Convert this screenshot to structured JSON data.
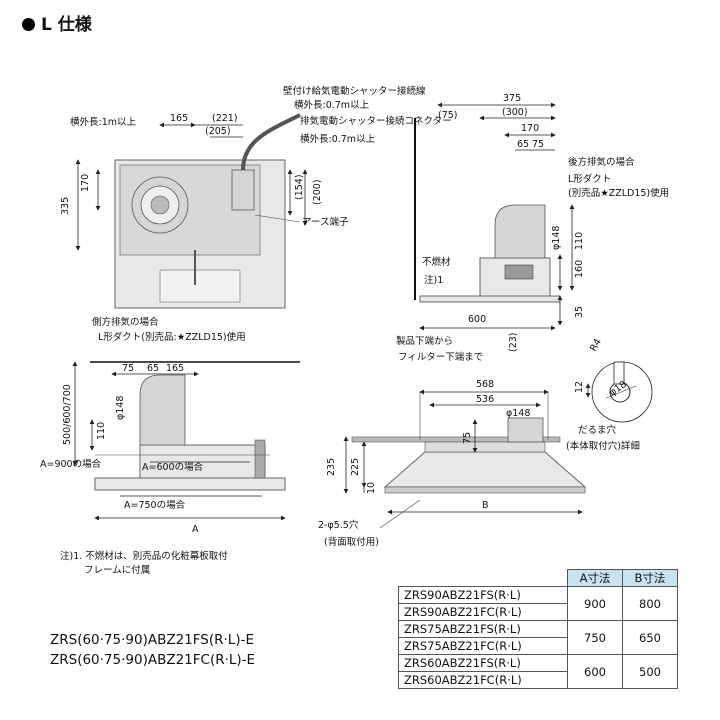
{
  "title": "L 仕様",
  "top_view": {
    "lbl_outer_1m": "横外長:1m以上",
    "d165": "165",
    "d221": "(221)",
    "d205": "(205)",
    "d170": "170",
    "d335": "335",
    "d154": "(154)",
    "d200": "(200)",
    "lbl_wall_wire": "壁付け給気電動シャッター接続線",
    "lbl_outer_07a": "横外長:0.7m以上",
    "lbl_connector": "排気電動シャッター接続コネクター",
    "lbl_outer_07b": "横外長:0.7m以上",
    "lbl_earth": "アース端子"
  },
  "side_view": {
    "d375": "375",
    "d75p": "(75)",
    "d300": "(300)",
    "d170": "170",
    "d65": "65",
    "d75": "75",
    "lbl_rear_exhaust": "後方排気の場合",
    "lbl_l_duct_a": "L形ダクト",
    "lbl_l_duct_b": "(別売品★ZZLD15)使用",
    "lbl_nonflam": "不燃材",
    "lbl_note1": "注)1",
    "phi148": "φ148",
    "d160": "160",
    "d110": "110",
    "d35": "35",
    "d600": "600",
    "d23": "(23)",
    "lbl_from_bottom": "製品下端から",
    "lbl_filter_bottom": "フィルター下端まで"
  },
  "detail": {
    "r4": "R4",
    "d12": "12",
    "phi18": "φ18",
    "lbl_daruma_a": "だるま穴",
    "lbl_daruma_b": "(本体取付穴)詳細"
  },
  "plan_view": {
    "lbl_side_exhaust": "側方排気の場合",
    "lbl_l_duct": "L形ダクト(別売品:★ZZLD15)使用",
    "d75": "75",
    "d65": "65",
    "d165": "165",
    "d500": "500/600/700",
    "d110": "110",
    "phi148": "φ148",
    "lbl_a900": "A=900の場合",
    "lbl_a600": "A=600の場合",
    "lbl_a750": "A=750の場合",
    "lbl_A": "A"
  },
  "front_view": {
    "d568": "568",
    "d536": "536",
    "phi148": "φ148",
    "d75": "75",
    "d235": "235",
    "d225": "225",
    "d10": "10",
    "lbl_B": "B",
    "lbl_holes_a": "2-φ5.5穴",
    "lbl_holes_b": "(背面取付用)"
  },
  "note": {
    "line1": "注)1. 不燃材は、別売品の化粧幕板取付",
    "line2": "フレームに付属"
  },
  "models": {
    "line1": "ZRS(60·75·90)ABZ21FS(R·L)-E",
    "line2": "ZRS(60·75·90)ABZ21FC(R·L)-E"
  },
  "table": {
    "head_a": "A寸法",
    "head_b": "B寸法",
    "rows": [
      {
        "model": "ZRS90ABZ21FS(R·L)"
      },
      {
        "model": "ZRS90ABZ21FC(R·L)"
      },
      {
        "model": "ZRS75ABZ21FS(R·L)"
      },
      {
        "model": "ZRS75ABZ21FC(R·L)"
      },
      {
        "model": "ZRS60ABZ21FS(R·L)"
      },
      {
        "model": "ZRS60ABZ21FC(R·L)"
      }
    ],
    "groups": [
      {
        "a": "900",
        "b": "800"
      },
      {
        "a": "750",
        "b": "650"
      },
      {
        "a": "600",
        "b": "500"
      }
    ]
  }
}
